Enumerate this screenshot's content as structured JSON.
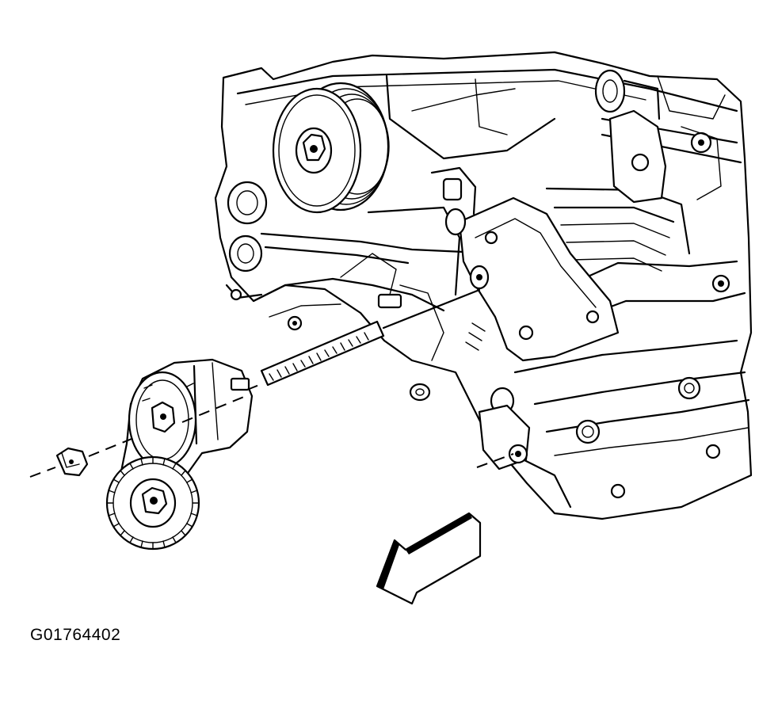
{
  "figure": {
    "id_label": "G01764402"
  },
  "parts": [
    {
      "name": "engine-block"
    },
    {
      "name": "power-steering-pulley"
    },
    {
      "name": "tensioner-mounting-bracket"
    },
    {
      "name": "tensioner-stud"
    },
    {
      "name": "drive-belt-tensioner"
    },
    {
      "name": "tensioner-idler-pulley"
    },
    {
      "name": "tensioner-nut"
    },
    {
      "name": "direction-arrow"
    }
  ]
}
